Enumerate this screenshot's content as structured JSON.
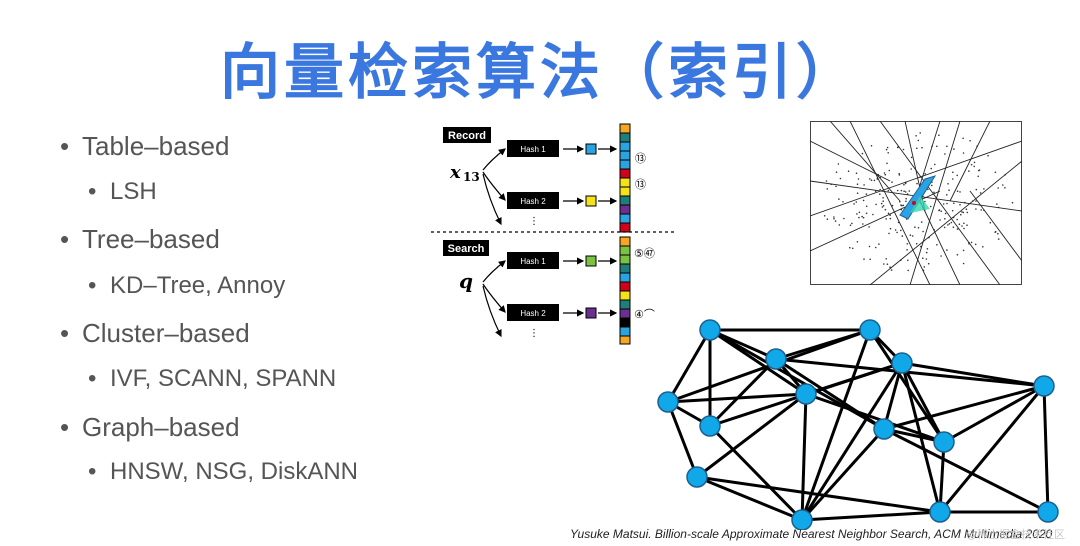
{
  "title": "向量检索算法（索引）",
  "bullets": [
    {
      "level": 1,
      "text": "Table–based"
    },
    {
      "level": 2,
      "text": "LSH"
    },
    {
      "level": 1,
      "text": "Tree–based"
    },
    {
      "level": 2,
      "text": "KD–Tree, Annoy"
    },
    {
      "level": 1,
      "text": "Cluster–based"
    },
    {
      "level": 2,
      "text": "IVF, SCANN, SPANN"
    },
    {
      "level": 1,
      "text": "Graph–based"
    },
    {
      "level": 2,
      "text": "HNSW, NSG, DiskANN"
    }
  ],
  "hash_figure": {
    "record_label": "Record",
    "search_label": "Search",
    "record_var": "x",
    "record_sub": "13",
    "search_var": "q",
    "hash1": "Hash 1",
    "hash2": "Hash 2",
    "ellipsis": "⋮",
    "marks": [
      "⑬",
      "⑬",
      "⑤㊼",
      "④⌒"
    ],
    "colors": {
      "bucket1": "#2aa3e0",
      "bucket2": "#f4e21b",
      "bucket3": "#7bc142",
      "bucket4": "#6a2f8f"
    }
  },
  "graph_color": "#10a8e8",
  "citation": "Yusuke Matsui. Billion-scale Approximate Nearest Neighbor Search, ACM Multimedia 2020",
  "watermark": "@稀土掘金技术社区"
}
